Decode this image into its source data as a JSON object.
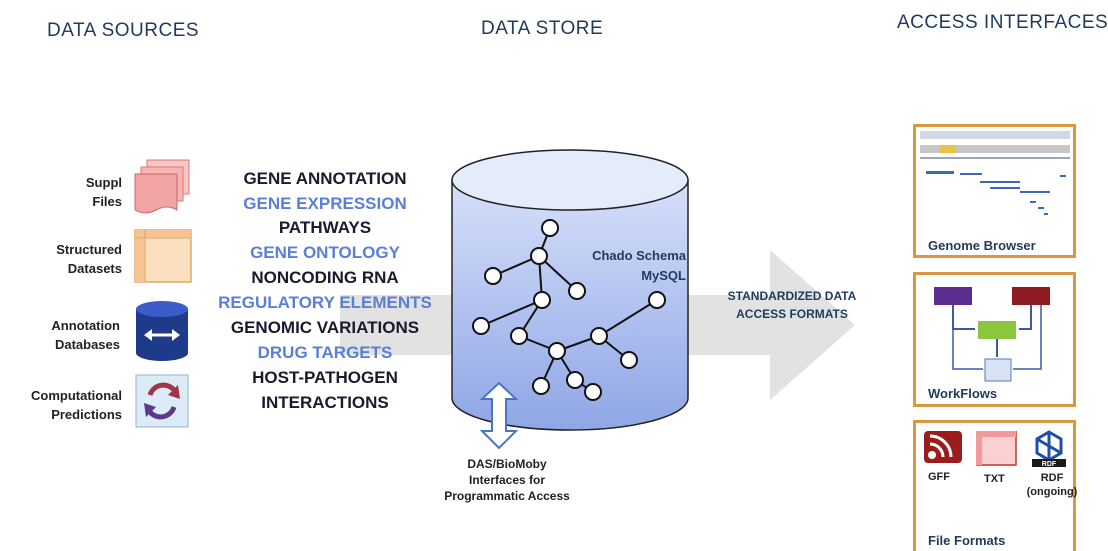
{
  "headings": {
    "sources": "DATA SOURCES",
    "store": "DATA  STORE",
    "access": "ACCESS INTERFACES"
  },
  "sources": [
    {
      "label_line1": "Suppl",
      "label_line2": "Files",
      "icon": "stacked-files-icon"
    },
    {
      "label_line1": "Structured",
      "label_line2": "Datasets",
      "icon": "spreadsheet-icon"
    },
    {
      "label_line1": "Annotation",
      "label_line2": "Databases",
      "icon": "database-icon"
    },
    {
      "label_line1": "Computational",
      "label_line2": "Predictions",
      "icon": "cycle-arrows-icon"
    }
  ],
  "categories": [
    {
      "text": "GENE ANNOTATION",
      "style": "dark"
    },
    {
      "text": "GENE EXPRESSION",
      "style": "blue"
    },
    {
      "text": "PATHWAYS",
      "style": "dark"
    },
    {
      "text": "GENE ONTOLOGY",
      "style": "blue"
    },
    {
      "text": "NONCODING RNA",
      "style": "dark"
    },
    {
      "text": "REGULATORY ELEMENTS",
      "style": "blue"
    },
    {
      "text": "GENOMIC VARIATIONS",
      "style": "dark"
    },
    {
      "text": "DRUG TARGETS",
      "style": "blue"
    },
    {
      "text": "HOST-PATHOGEN",
      "style": "dark"
    },
    {
      "text": "INTERACTIONS",
      "style": "dark"
    }
  ],
  "store": {
    "schema_line1": "Chado Schema",
    "schema_line2": "MySQL",
    "programmatic_line1": "DAS/BioMoby",
    "programmatic_line2": "Interfaces for",
    "programmatic_line3": "Programmatic Access"
  },
  "arrow": {
    "line1": "STANDARDIZED DATA",
    "line2": "ACCESS FORMATS"
  },
  "interfaces": {
    "genome_browser": "Genome Browser",
    "workflows": "WorkFlows",
    "file_formats": "File Formats",
    "gff": "GFF",
    "txt": "TXT",
    "rdf": "RDF",
    "rdf_note": "(ongoing)",
    "rdf_logo": "RDF"
  },
  "colors": {
    "heading": "#1f3b5c",
    "category_dark": "#1a1a2e",
    "category_blue": "#5b7fd6",
    "panel_border": "#d9973f",
    "cylinder": "#b8c8f0",
    "workflow_purple": "#5b2d91",
    "workflow_red": "#8e1b22",
    "workflow_green": "#8cc63f"
  }
}
